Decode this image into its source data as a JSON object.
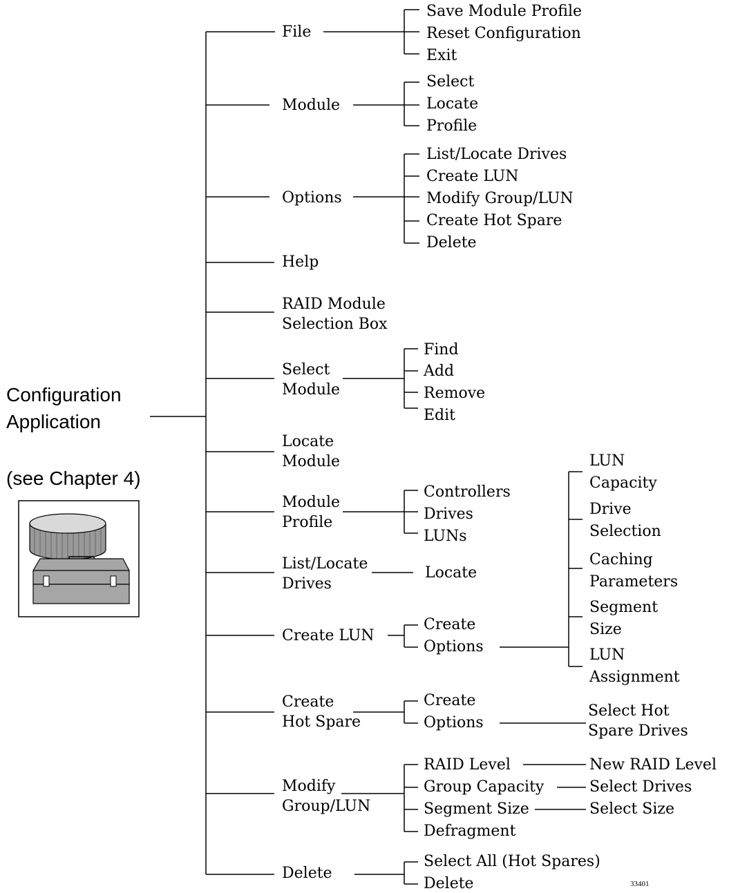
{
  "root": {
    "line1": "Configuration",
    "line2": "Application",
    "note": "(see Chapter 4)"
  },
  "figure_number": "33401",
  "icon": "disk-and-toolbox-icon",
  "menus": {
    "file": {
      "label": "File",
      "items": [
        "Save Module Profile",
        "Reset Configuration",
        "Exit"
      ]
    },
    "module": {
      "label": "Module",
      "items": [
        "Select",
        "Locate",
        "Profile"
      ]
    },
    "options": {
      "label": "Options",
      "items": [
        "List/Locate Drives",
        "Create LUN",
        "Modify Group/LUN",
        "Create Hot Spare",
        "Delete"
      ]
    },
    "help": {
      "label": "Help"
    }
  },
  "raid_module_selection_box": {
    "line1": "RAID Module",
    "line2": "Selection Box"
  },
  "select_module": {
    "line1": "Select",
    "line2": "Module",
    "items": [
      "Find",
      "Add",
      "Remove",
      "Edit"
    ]
  },
  "locate_module": {
    "line1": "Locate",
    "line2": "Module"
  },
  "module_profile": {
    "line1": "Module",
    "line2": "Profile",
    "items": [
      "Controllers",
      "Drives",
      "LUNs"
    ]
  },
  "list_locate_drives": {
    "line1": "List/Locate",
    "line2": "Drives",
    "items": [
      "Locate"
    ]
  },
  "create_lun": {
    "label": "Create LUN",
    "items": [
      "Create",
      "Options"
    ],
    "options": [
      {
        "line1": "LUN",
        "line2": "Capacity"
      },
      {
        "line1": "Drive",
        "line2": "Selection"
      },
      {
        "line1": "Caching",
        "line2": "Parameters"
      },
      {
        "line1": "Segment",
        "line2": "Size"
      },
      {
        "line1": "LUN",
        "line2": "Assignment"
      }
    ]
  },
  "create_hot_spare": {
    "line1": "Create",
    "line2": "Hot Spare",
    "items": [
      "Create",
      "Options"
    ],
    "options": {
      "line1": "Select Hot",
      "line2": "Spare Drives"
    }
  },
  "modify_group_lun": {
    "line1": "Modify",
    "line2": "Group/LUN",
    "items": [
      "RAID Level",
      "Group Capacity",
      "Segment Size",
      "Defragment"
    ],
    "results": [
      "New RAID Level",
      "Select Drives",
      "Select Size"
    ]
  },
  "delete": {
    "label": "Delete",
    "items": [
      "Select All (Hot Spares)",
      "Delete"
    ]
  }
}
